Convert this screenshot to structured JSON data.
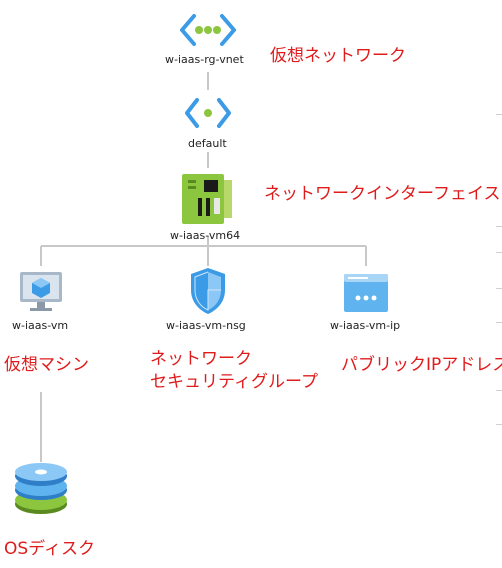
{
  "nodes": {
    "vnet": "w-iaas-rg-vnet",
    "subnet": "default",
    "nic": "w-iaas-vm64",
    "vm": "w-iaas-vm",
    "nsg": "w-iaas-vm-nsg",
    "pip": "w-iaas-vm-ip"
  },
  "annotations": {
    "vnet": "仮想ネットワーク",
    "nic": "ネットワークインターフェイス",
    "vm": "仮想マシン",
    "nsg_line1": "ネットワーク",
    "nsg_line2": "セキュリティグループ",
    "pip": "パブリックIPアドレス",
    "disk": "OSディスク"
  },
  "colors": {
    "annotation": "#e01b1b",
    "connector": "#c8c8c8",
    "azure_blue": "#3b9be6",
    "green": "#8cc63f"
  },
  "icons": {
    "vnet": "vnet-icon",
    "subnet": "subnet-icon",
    "nic": "nic-icon",
    "vm": "vm-icon",
    "nsg": "nsg-shield-icon",
    "pip": "public-ip-icon",
    "disk": "disk-icon"
  }
}
